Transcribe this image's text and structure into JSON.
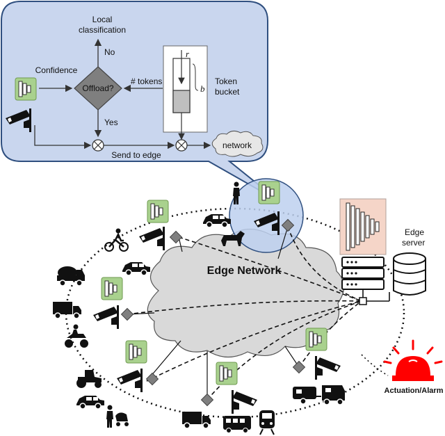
{
  "zoom_panel": {
    "local_classification": [
      "Local",
      "classification"
    ],
    "no": "No",
    "yes": "Yes",
    "confidence": "Confidence",
    "offload": "Offload?",
    "tokens": "# tokens",
    "rate_symbol": "r",
    "bucket_symbol": "b",
    "token_bucket": [
      "Token",
      "bucket"
    ],
    "send_to_edge": "Send to edge",
    "network": "network"
  },
  "main": {
    "edge_network": "Edge Network",
    "edge_server": [
      "Edge",
      "server"
    ],
    "actuation_alarm": "Actuation/Alarm"
  },
  "colors": {
    "panel_fill": "#c9d6ee",
    "panel_stroke": "#2f4f7f",
    "model_green": "#a9d18e",
    "server_model_bg": "#f5d5c8",
    "diamond": "#7f7f7f",
    "cloud": "#d9d9d9",
    "alarm_red": "#ff0000"
  },
  "icons": [
    "camera-icon",
    "dnn-model-icon",
    "server-rack-icon",
    "database-icon",
    "alarm-light-icon",
    "pedestrian-icon",
    "cyclist-icon",
    "car-icon",
    "truck-icon",
    "bus-icon",
    "train-icon",
    "dog-icon",
    "stroller-icon"
  ]
}
